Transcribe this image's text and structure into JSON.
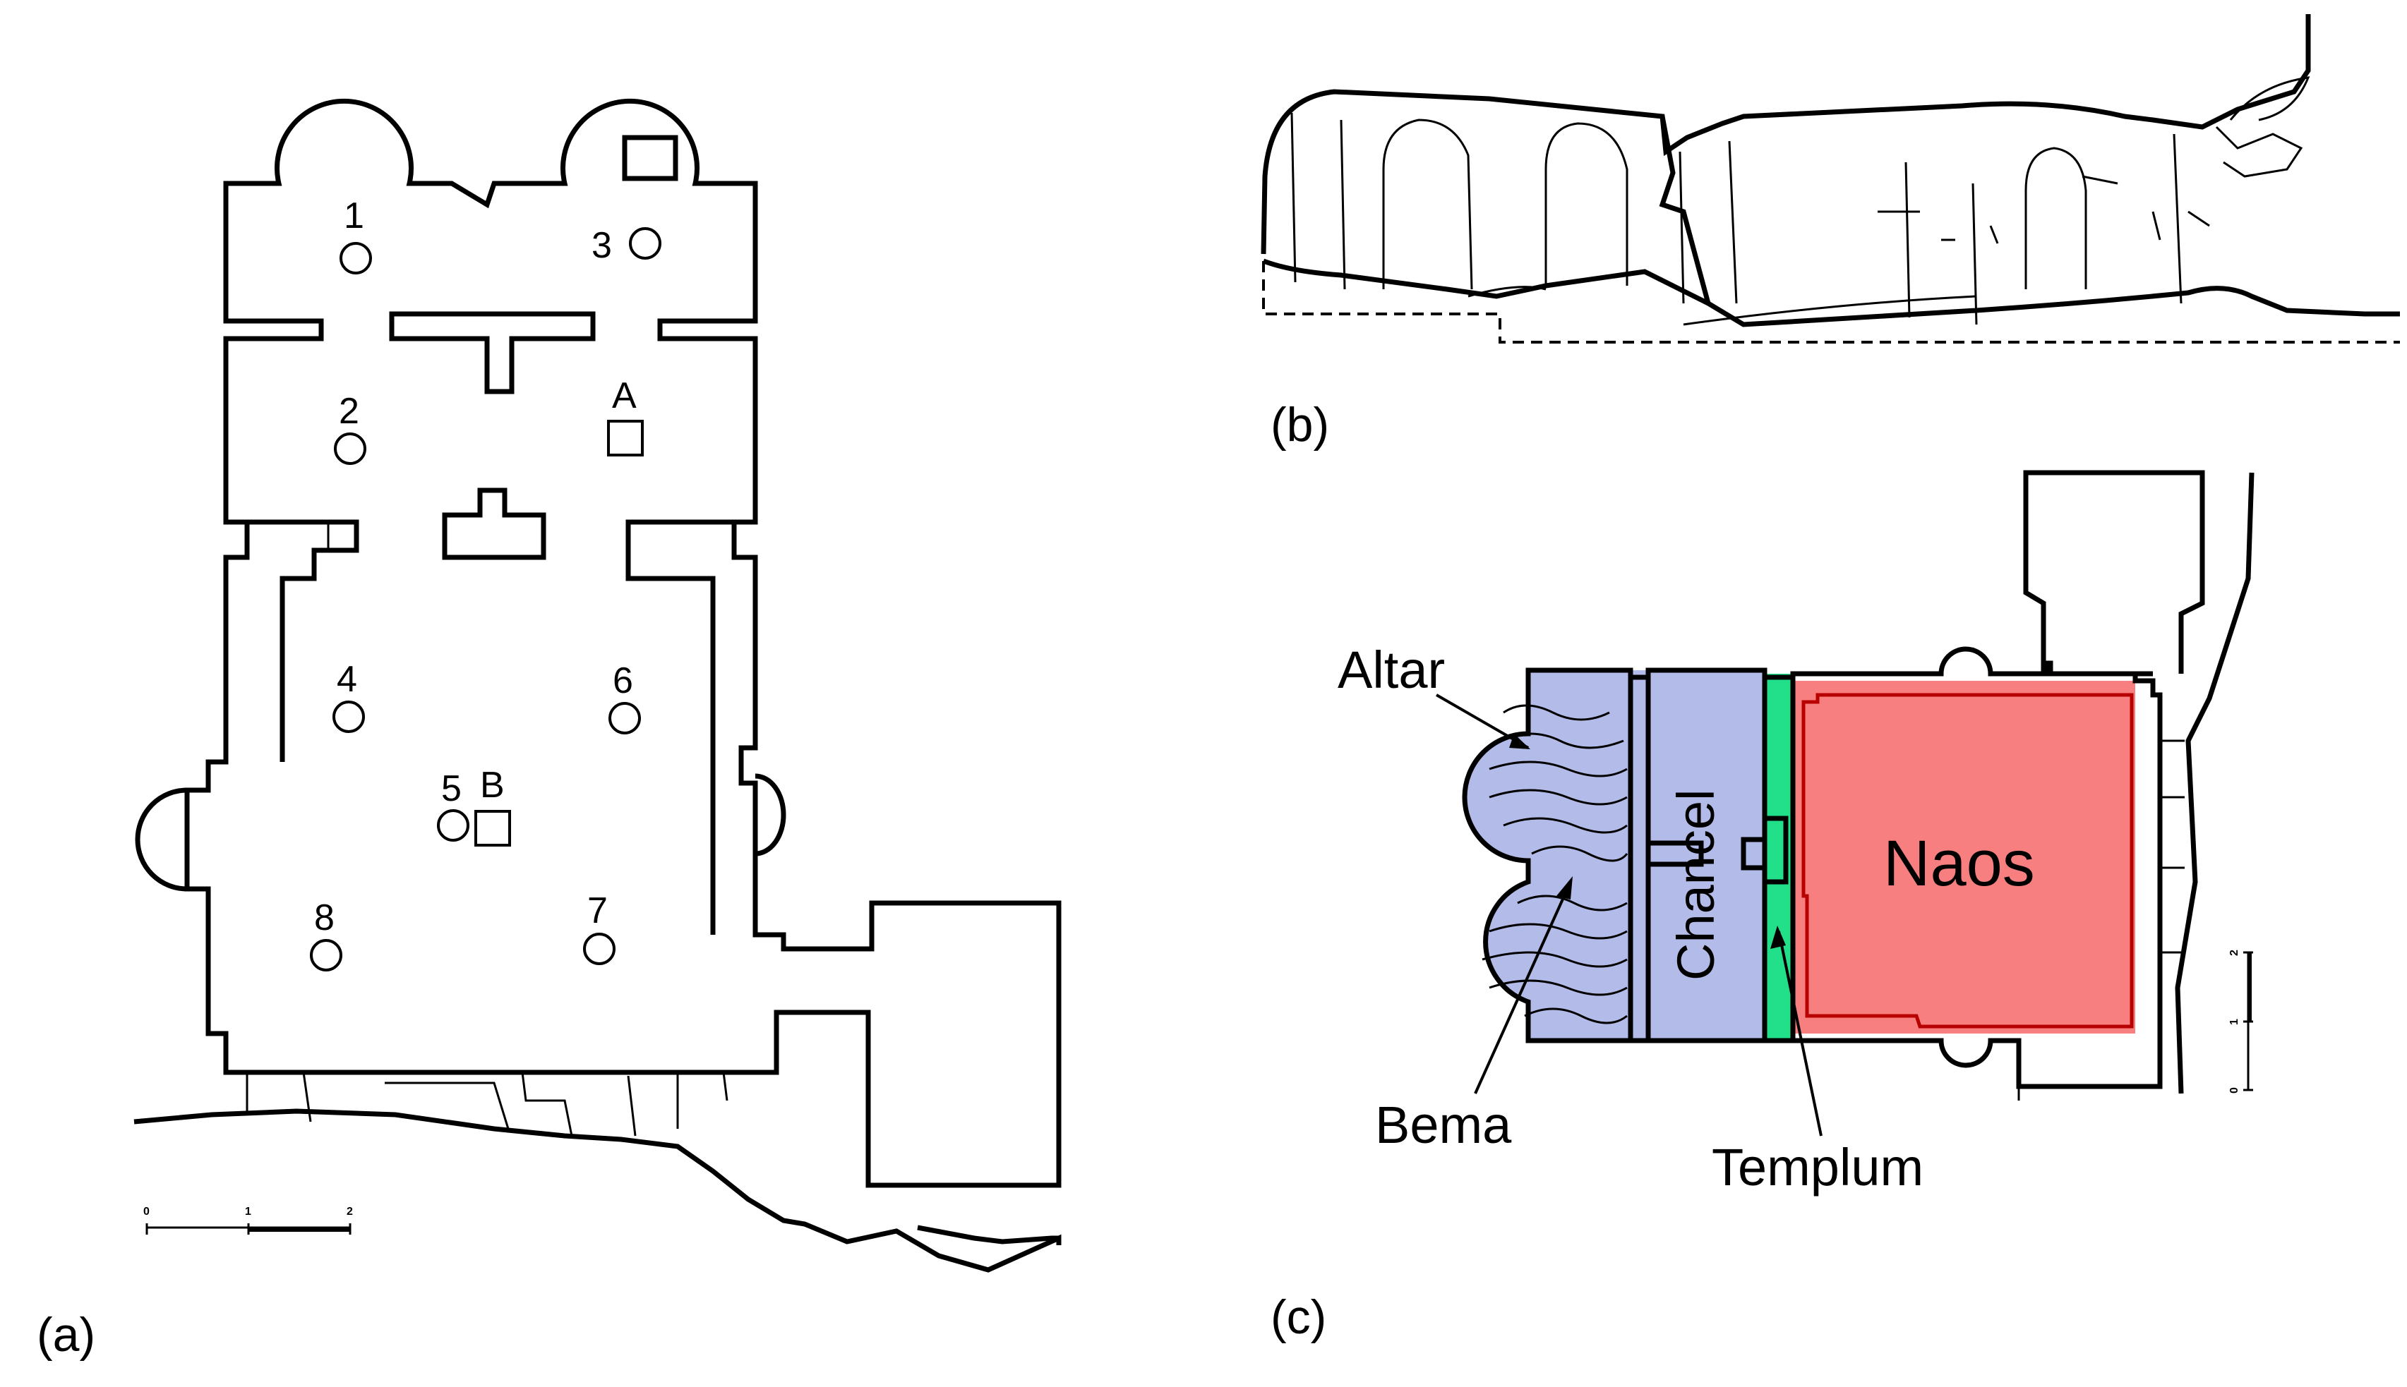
{
  "panels": {
    "a": {
      "label": "(a)"
    },
    "b": {
      "label": "(b)"
    },
    "c": {
      "label": "(c)"
    }
  },
  "plan_a": {
    "circle_markers": [
      "1",
      "2",
      "3",
      "4",
      "5",
      "6",
      "7",
      "8"
    ],
    "square_markers": [
      "A",
      "B"
    ],
    "scale_ticks": [
      "0",
      "1",
      "2"
    ]
  },
  "plan_c": {
    "zones": [
      {
        "key": "bema",
        "label": "Bema",
        "color": "#b3bbe8"
      },
      {
        "key": "chancel",
        "label": "Chancel",
        "color": "#b3bbe8"
      },
      {
        "key": "templum",
        "label": "Templum",
        "color": "#22e08a"
      },
      {
        "key": "naos",
        "label": "Naos",
        "color": "#f77f7f"
      }
    ],
    "altar_label": "Altar",
    "scale_ticks": [
      "0",
      "1",
      "2"
    ]
  },
  "colors": {
    "chancel_bema": "#b3bbe8",
    "templum": "#22e08a",
    "naos": "#f77f7f",
    "line": "#000000"
  }
}
